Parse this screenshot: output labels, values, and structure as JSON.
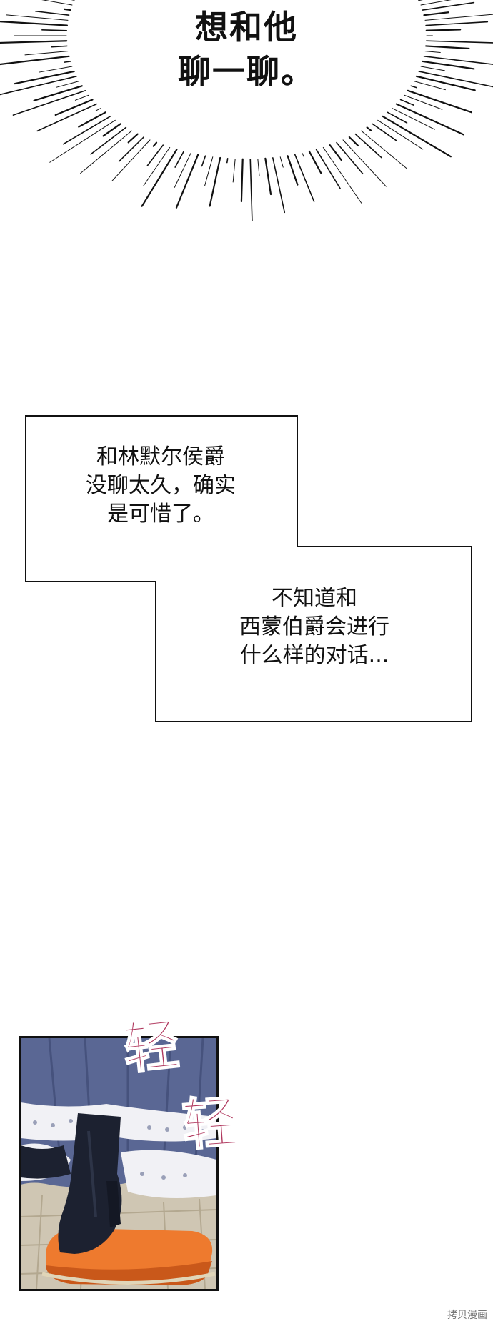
{
  "shout": {
    "line1": "想和他",
    "line2": "聊一聊。"
  },
  "narration": {
    "box1": "和林默尔侯爵\n没聊太久，确实\n是可惜了。",
    "box2": "不知道和\n西蒙伯爵会进行\n什么样的对话..."
  },
  "sfx": {
    "text1": "轻",
    "text2": "轻",
    "color": "#b0385e"
  },
  "colors": {
    "dress": "#5a6794",
    "lace": "#f1f1f5",
    "shoe": "#1c2130",
    "cushion": "#ee7a2e",
    "floor": "#cfc6b3"
  },
  "watermark": "拷贝漫画"
}
